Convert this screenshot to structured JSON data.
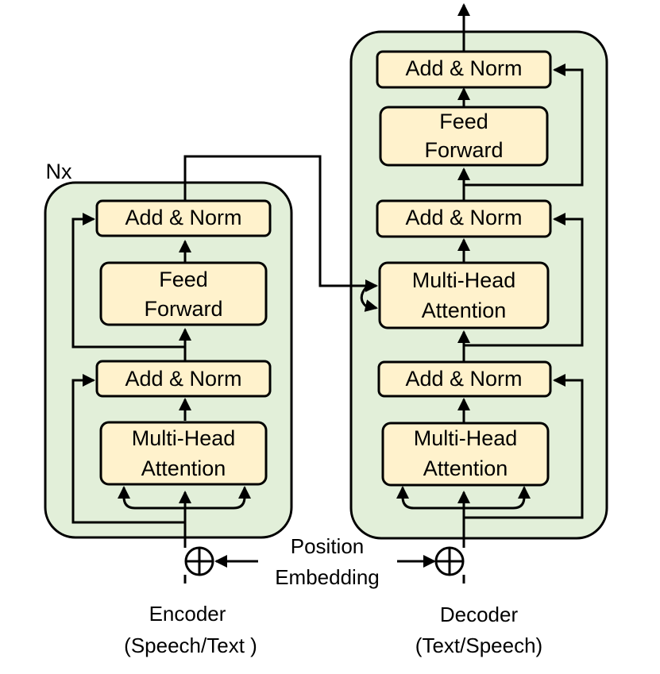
{
  "nx_label": "Nx",
  "encoder": {
    "add_norm_top": "Add & Norm",
    "feed_forward": [
      "Feed",
      "Forward"
    ],
    "add_norm_bottom": "Add & Norm",
    "attention": [
      "Multi-Head",
      "Attention"
    ],
    "caption": [
      "Encoder",
      "(Speech/Text )"
    ]
  },
  "decoder": {
    "add_norm_top": "Add & Norm",
    "feed_forward": [
      "Feed",
      "Forward"
    ],
    "add_norm_middle": "Add & Norm",
    "cross_attention": [
      "Multi-Head",
      "Attention"
    ],
    "add_norm_bottom": "Add & Norm",
    "self_attention": [
      "Multi-Head",
      "Attention"
    ],
    "caption": [
      "Decoder",
      "(Text/Speech)"
    ]
  },
  "position_embedding": [
    "Position",
    "Embedding"
  ],
  "colors": {
    "container_fill": "#e2efd9",
    "block_fill": "#fff2cc",
    "stroke": "#000000"
  }
}
